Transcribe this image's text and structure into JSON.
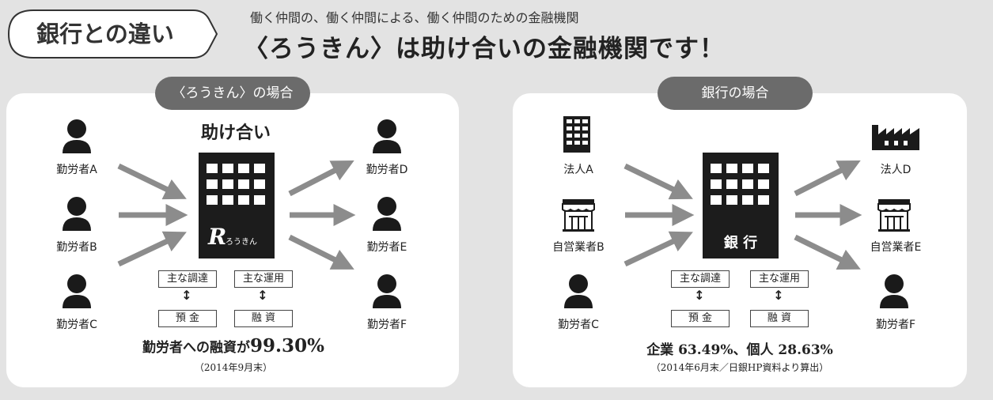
{
  "header": {
    "badge": "銀行との違い",
    "subtitle": "働く仲間の、働く仲間による、働く仲間のための金融機関",
    "headline": "〈ろうきん〉は助け合いの金融機関です！"
  },
  "left": {
    "pill": "〈ろうきん〉の場合",
    "center_title": "助け合い",
    "logo_mark": "R",
    "logo_text": "ろうきん",
    "lenders": [
      "勤労者A",
      "勤労者B",
      "勤労者C"
    ],
    "borrowers": [
      "勤労者D",
      "勤労者E",
      "勤労者F"
    ],
    "box_funding": "主な調達",
    "box_lending": "主な運用",
    "deposit": "預 金",
    "loan": "融 資",
    "stat_prefix": "勤労者への融資が",
    "stat_value": "99.30%",
    "note": "（2014年9月末）"
  },
  "right": {
    "pill": "銀行の場合",
    "building_label": "銀 行",
    "lenders": [
      "法人A",
      "自営業者B",
      "勤労者C"
    ],
    "borrowers": [
      "法人D",
      "自営業者E",
      "勤労者F"
    ],
    "box_funding": "主な調達",
    "box_lending": "主な運用",
    "deposit": "預 金",
    "loan": "融 資",
    "stat": "企業 63.49%、個人 28.63%",
    "note": "（2014年6月末／日銀HP資料より算出）"
  },
  "icons": {
    "person": "person-icon",
    "office": "office-building-icon",
    "shop": "shop-icon",
    "factory": "factory-icon",
    "bank": "bank-building-icon"
  },
  "colors": {
    "background": "#e3e3e3",
    "pill": "#6b6b6b",
    "arrow": "#8c8c8c",
    "building": "#1c1c1c"
  }
}
